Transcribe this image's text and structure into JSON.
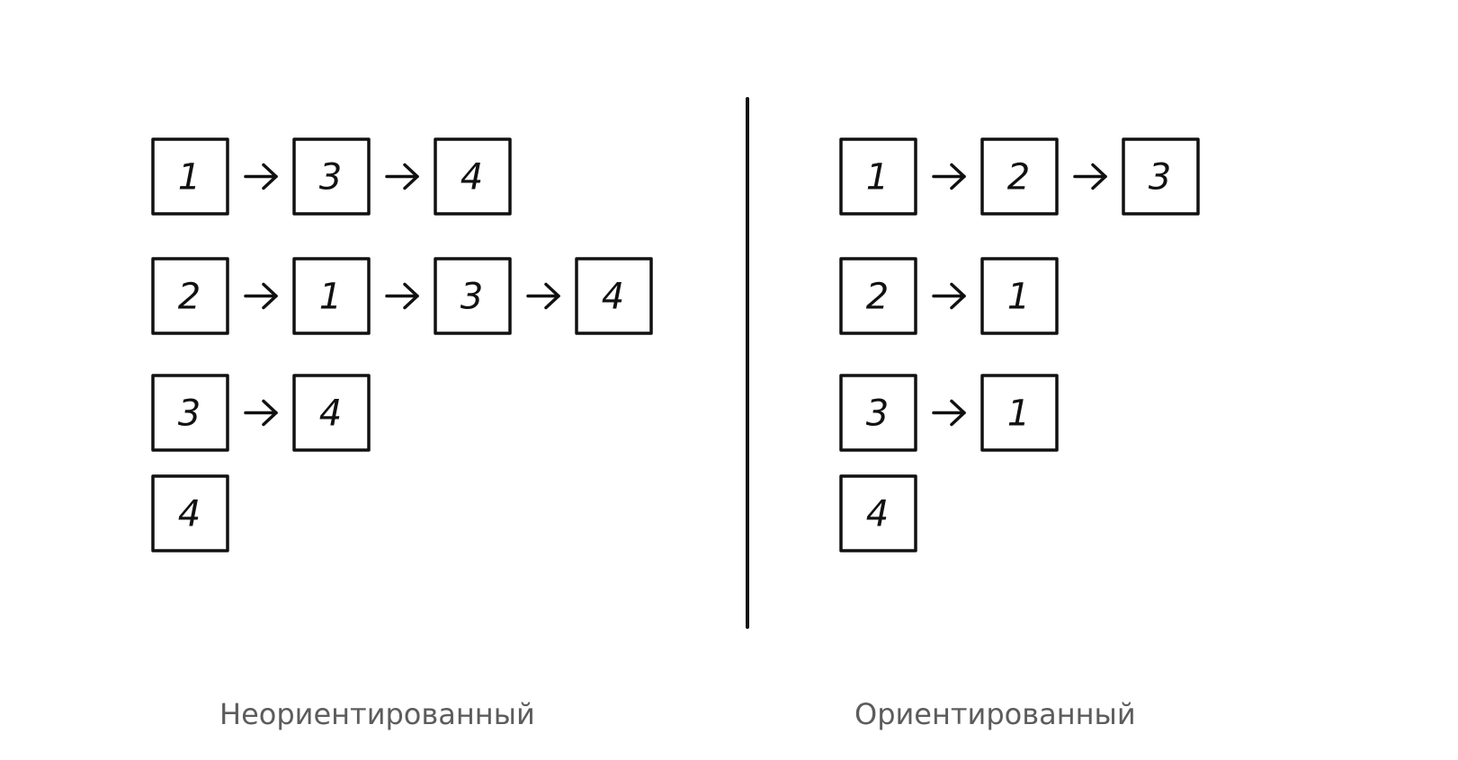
{
  "diagrams": [
    {
      "caption": "Неориентированный",
      "rows": [
        [
          "1",
          "3",
          "4"
        ],
        [
          "2",
          "1",
          "3",
          "4"
        ],
        [
          "3",
          "4"
        ],
        [
          "4"
        ]
      ]
    },
    {
      "caption": "Ориентированный",
      "rows": [
        [
          "1",
          "2",
          "3"
        ],
        [
          "2",
          "1"
        ],
        [
          "3",
          "1"
        ],
        [
          "4"
        ]
      ]
    }
  ]
}
